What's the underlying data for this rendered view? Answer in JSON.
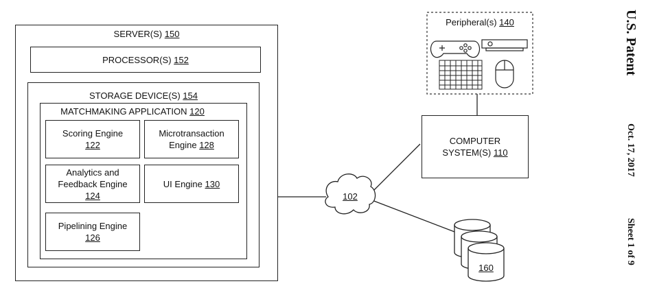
{
  "server": {
    "label": "SERVER(S)",
    "ref": "150"
  },
  "processor": {
    "label": "PROCESSOR(S)",
    "ref": "152"
  },
  "storage": {
    "label": "STORAGE DEVICE(S)",
    "ref": "154"
  },
  "app": {
    "label": "MATCHMAKING APPLICATION",
    "ref": "120"
  },
  "engines": {
    "scoring": {
      "label": "Scoring Engine",
      "ref": "122"
    },
    "microtransaction": {
      "line1": "Microtransaction",
      "line2": "Engine",
      "ref": "128"
    },
    "analytics": {
      "line1": "Analytics and",
      "line2": "Feedback Engine",
      "ref": "124"
    },
    "ui": {
      "label": "UI Engine",
      "ref": "130"
    },
    "pipelining": {
      "label": "Pipelining Engine",
      "ref": "126"
    }
  },
  "network": {
    "ref": "102"
  },
  "computer": {
    "line1": "COMPUTER",
    "line2": "SYSTEM(S)",
    "ref": "110"
  },
  "peripheral": {
    "label": "Peripheral(s)",
    "ref": "140"
  },
  "database": {
    "ref": "160"
  },
  "patent": {
    "title": "U.S. Patent",
    "date": "Oct. 17, 2017",
    "sheet": "Sheet 1 of 9"
  }
}
